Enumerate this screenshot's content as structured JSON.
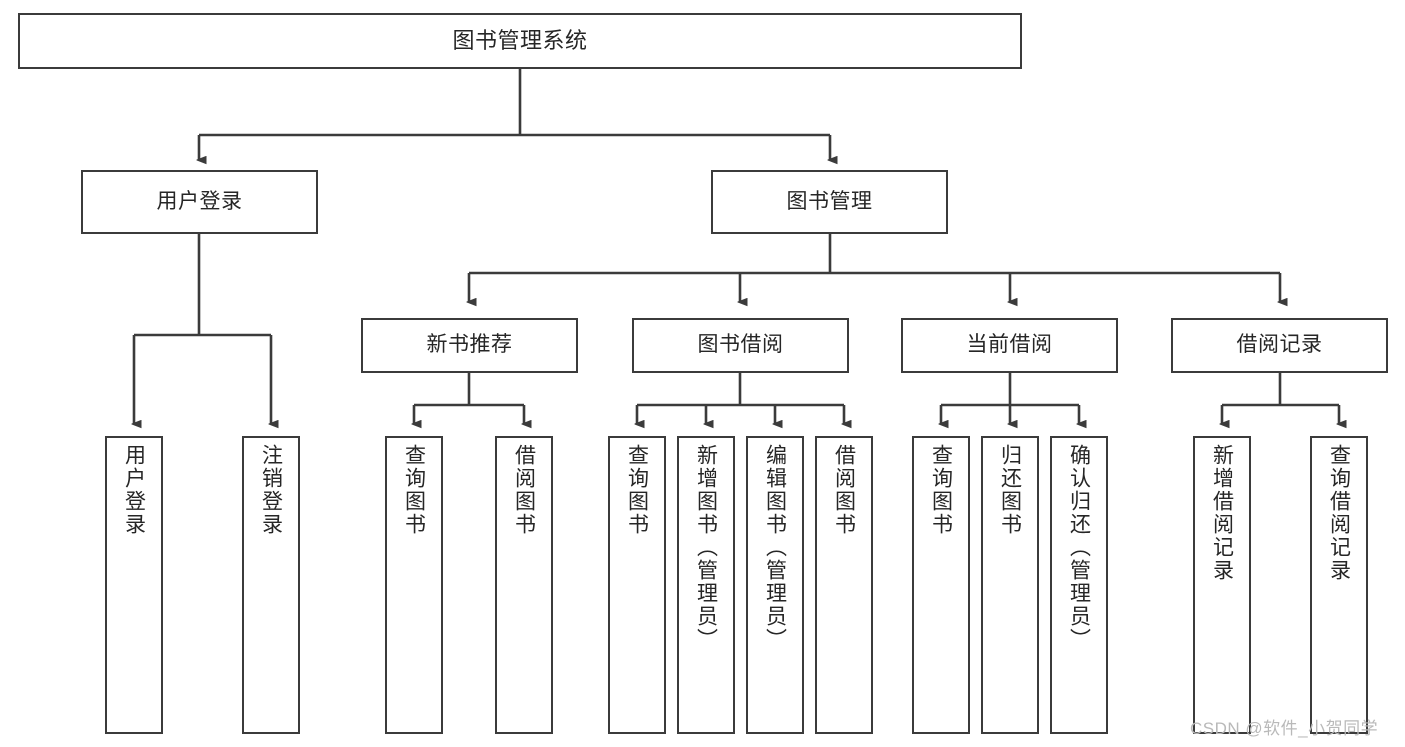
{
  "diagram": {
    "type": "tree",
    "title": "图书管理系统",
    "orientation": "top-down",
    "colors": {
      "node_border": "#3b3b3b",
      "node_fill": "#ffffff",
      "connector": "#3b3b3b",
      "text": "#262626",
      "watermark": "#b9b9b9",
      "background": "#ffffff"
    },
    "root": {
      "id": "root",
      "label": "图书管理系统",
      "text_orientation": "horizontal"
    },
    "level2": [
      {
        "id": "user-login",
        "label": "用户登录",
        "text_orientation": "horizontal"
      },
      {
        "id": "book-management",
        "label": "图书管理",
        "text_orientation": "horizontal"
      }
    ],
    "level3": [
      {
        "id": "new-book-recommend",
        "label": "新书推荐",
        "parent": "book-management",
        "text_orientation": "horizontal"
      },
      {
        "id": "book-borrow",
        "label": "图书借阅",
        "parent": "book-management",
        "text_orientation": "horizontal"
      },
      {
        "id": "current-borrow",
        "label": "当前借阅",
        "parent": "book-management",
        "text_orientation": "horizontal"
      },
      {
        "id": "borrow-record",
        "label": "借阅记录",
        "parent": "book-management",
        "text_orientation": "horizontal"
      }
    ],
    "leaves": [
      {
        "id": "leaf-user-login",
        "label": "用户登录",
        "parent": "user-login",
        "text_orientation": "vertical"
      },
      {
        "id": "leaf-user-logout",
        "label": "注销登录",
        "parent": "user-login",
        "text_orientation": "vertical"
      },
      {
        "id": "leaf-query-book-recommend",
        "label": "查询图书",
        "parent": "new-book-recommend",
        "text_orientation": "vertical"
      },
      {
        "id": "leaf-borrow-book-recommend",
        "label": "借阅图书",
        "parent": "new-book-recommend",
        "text_orientation": "vertical"
      },
      {
        "id": "leaf-query-book-borrow",
        "label": "查询图书",
        "parent": "book-borrow",
        "text_orientation": "vertical"
      },
      {
        "id": "leaf-add-book-admin",
        "label": "新增图书（管理员）",
        "parent": "book-borrow",
        "text_orientation": "vertical"
      },
      {
        "id": "leaf-edit-book-admin",
        "label": "编辑图书（管理员）",
        "parent": "book-borrow",
        "text_orientation": "vertical"
      },
      {
        "id": "leaf-borrow-book",
        "label": "借阅图书",
        "parent": "book-borrow",
        "text_orientation": "vertical"
      },
      {
        "id": "leaf-query-book-current",
        "label": "查询图书",
        "parent": "current-borrow",
        "text_orientation": "vertical"
      },
      {
        "id": "leaf-return-book",
        "label": "归还图书",
        "parent": "current-borrow",
        "text_orientation": "vertical"
      },
      {
        "id": "leaf-confirm-return-admin",
        "label": "确认归还（管理员）",
        "parent": "current-borrow",
        "text_orientation": "vertical"
      },
      {
        "id": "leaf-add-borrow-record",
        "label": "新增借阅记录",
        "parent": "borrow-record",
        "text_orientation": "vertical"
      },
      {
        "id": "leaf-query-borrow-record",
        "label": "查询借阅记录",
        "parent": "borrow-record",
        "text_orientation": "vertical"
      }
    ]
  },
  "watermark": {
    "text": "CSDN @软件_小贺同学"
  }
}
